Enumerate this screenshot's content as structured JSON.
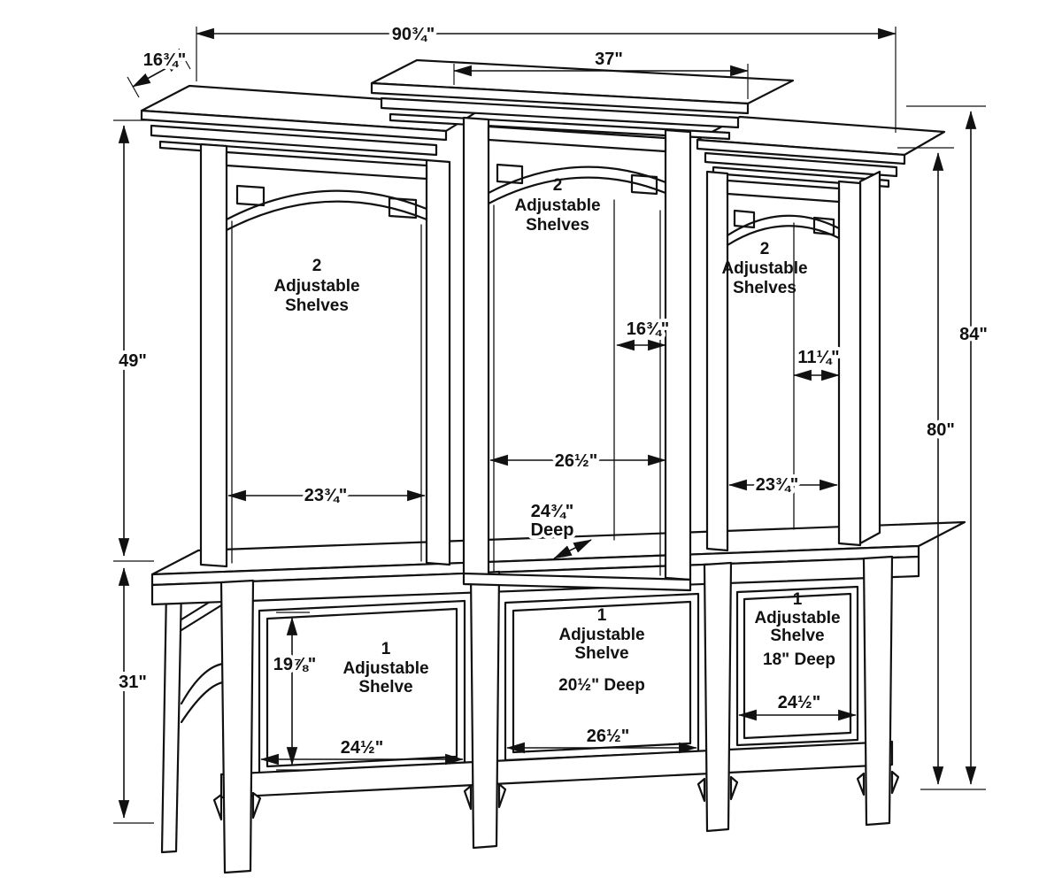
{
  "drawing": {
    "background": "#ffffff",
    "line_color": "#111111",
    "upper_sections": {
      "left": {
        "line1": "2",
        "line2": "Adjustable",
        "line3": "Shelves"
      },
      "center": {
        "line1": "2",
        "line2": "Adjustable",
        "line3": "Shelves"
      },
      "right": {
        "line1": "2",
        "line2": "Adjustable",
        "line3": "Shelves"
      }
    },
    "base_sections": {
      "left": {
        "line1": "1",
        "line2": "Adjustable",
        "line3": "Shelve"
      },
      "center": {
        "line1": "1",
        "line2": "Adjustable",
        "line3": "Shelve",
        "depth": "20½\" Deep"
      },
      "right": {
        "line1": "1",
        "line2": "Adjustable",
        "line3": "Shelve",
        "depth": "18\" Deep"
      }
    },
    "dimensions": {
      "overall_width": "90¾\"",
      "center_top_width": "37\"",
      "top_depth": "16¾\"",
      "upper_section_height": "49\"",
      "base_height": "31\"",
      "overall_height": "84\"",
      "side_height": "80\"",
      "upper_side_depth": "16¾\"",
      "right_side_depth": "11¼\"",
      "center_opening_width": "26½\"",
      "left_opening_width": "23¾\"",
      "right_opening_width": "23¾\"",
      "center_depth": "24¾\"",
      "center_depth_label": "Deep",
      "base_opening_height": "19⅞\"",
      "base_left_opening_width": "24½\"",
      "base_center_opening_width": "26½\"",
      "base_right_opening_width": "24½\""
    }
  }
}
